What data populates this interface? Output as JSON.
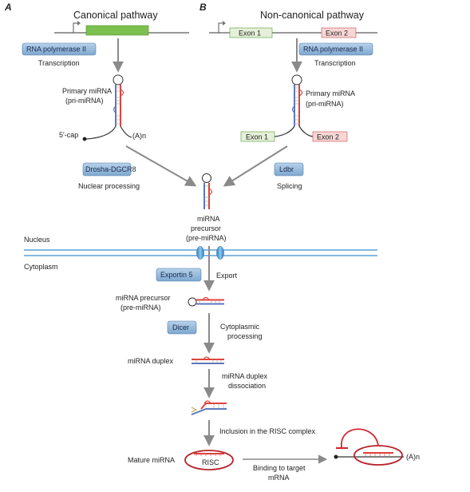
{
  "panels": {
    "a_letter": "A",
    "b_letter": "B",
    "canonical_title": "Canonical pathway",
    "noncanonical_title": "Non-canonical pathway"
  },
  "canonical": {
    "enzyme": "RNA polymerase II",
    "step": "Transcription",
    "pri_name": "Primary miRNA",
    "pri_abbr": "(pri-miRNA)",
    "cap": "5'-cap",
    "polya": "(A)n",
    "processor": "Drosha-DGCR8",
    "processing": "Nuclear processing"
  },
  "noncanonical": {
    "exon1": "Exon 1",
    "exon2": "Exon 2",
    "enzyme": "RNA polymerase II",
    "step": "Transcription",
    "pri_name": "Primary miRNA",
    "pri_abbr": "(pri-miRNA)",
    "exon1_b": "Exon 1",
    "exon2_b": "Exon 2",
    "splicer": "Ldbr",
    "splicing": "Splicing"
  },
  "nucleus": {
    "pre_line1": "miRNA",
    "pre_line2": "precursor",
    "pre_line3": "(pre-miRNA)",
    "nucleus_label": "Nucleus",
    "cytoplasm_label": "Cytoplasm"
  },
  "export": {
    "exporter": "Exportin 5",
    "step": "Export"
  },
  "cytoplasm": {
    "pre_line1": "miRNA precursor",
    "pre_line2": "(pre-miRNA)",
    "dicer": "Dicer",
    "proc_line1": "Cytoplasmic",
    "proc_line2": "processing",
    "duplex": "miRNA duplex",
    "dissoc_line1": "miRNA duplex",
    "dissoc_line2": "dissociation",
    "risc_inclusion": "Inclusion in the RISC complex",
    "mature": "Mature miRNA",
    "risc": "RISC",
    "binding_line1": "Binding to target",
    "binding_line2": "mRNA",
    "target_polya": "(A)n"
  },
  "colors": {
    "enzyme_box": "#8fb4d8",
    "exon_green": "#7cc050",
    "exon1_fill": "#e6f0d8",
    "exon2_fill": "#f8d6d6",
    "rna_red": "#e0413a",
    "rna_blue": "#5a78c0",
    "risc_ring": "#b8232a",
    "membrane": "#3a8fcc",
    "arrow": "#888888"
  }
}
